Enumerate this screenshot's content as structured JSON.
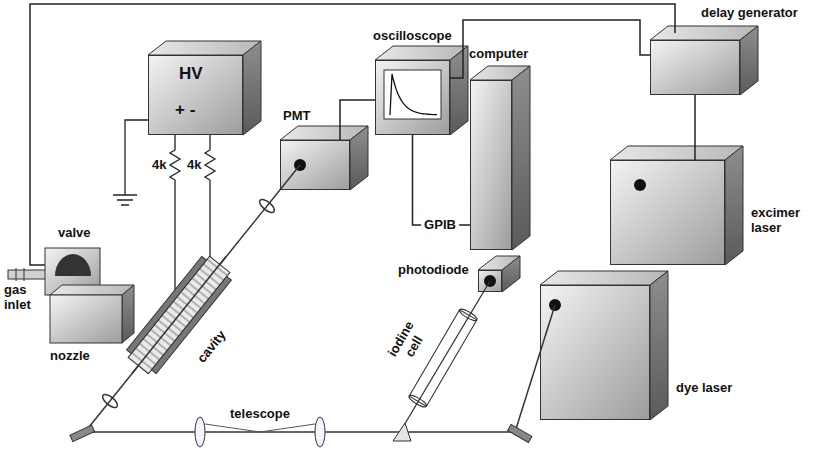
{
  "diagram": {
    "nodes": [
      {
        "text": [
          "HV",
          "+ -"
        ]
      },
      {
        "text": [
          "oscilloscope"
        ]
      },
      {
        "text": [
          "delay generator"
        ]
      },
      {
        "text": [
          "computer"
        ]
      },
      {
        "text": [
          "PMT"
        ]
      },
      {
        "text": [
          "photodiode"
        ]
      },
      {
        "text": [
          "excimer laser"
        ]
      },
      {
        "text": [
          "dye laser"
        ]
      }
    ],
    "edges": [
      {
        "from": 1,
        "to": 2,
        "arrow": "none"
      },
      {
        "from": 2,
        "to": 6,
        "arrow": "none"
      },
      {
        "from": 4,
        "to": 1,
        "arrow": "none"
      },
      {
        "from": 1,
        "to": 3,
        "label": "GPIB",
        "arrow": "none"
      }
    ],
    "labels": [
      "gas inlet",
      "valve",
      "nozzle",
      "cavity",
      "4k",
      "4k",
      "telescope",
      "iodine cell"
    ]
  }
}
